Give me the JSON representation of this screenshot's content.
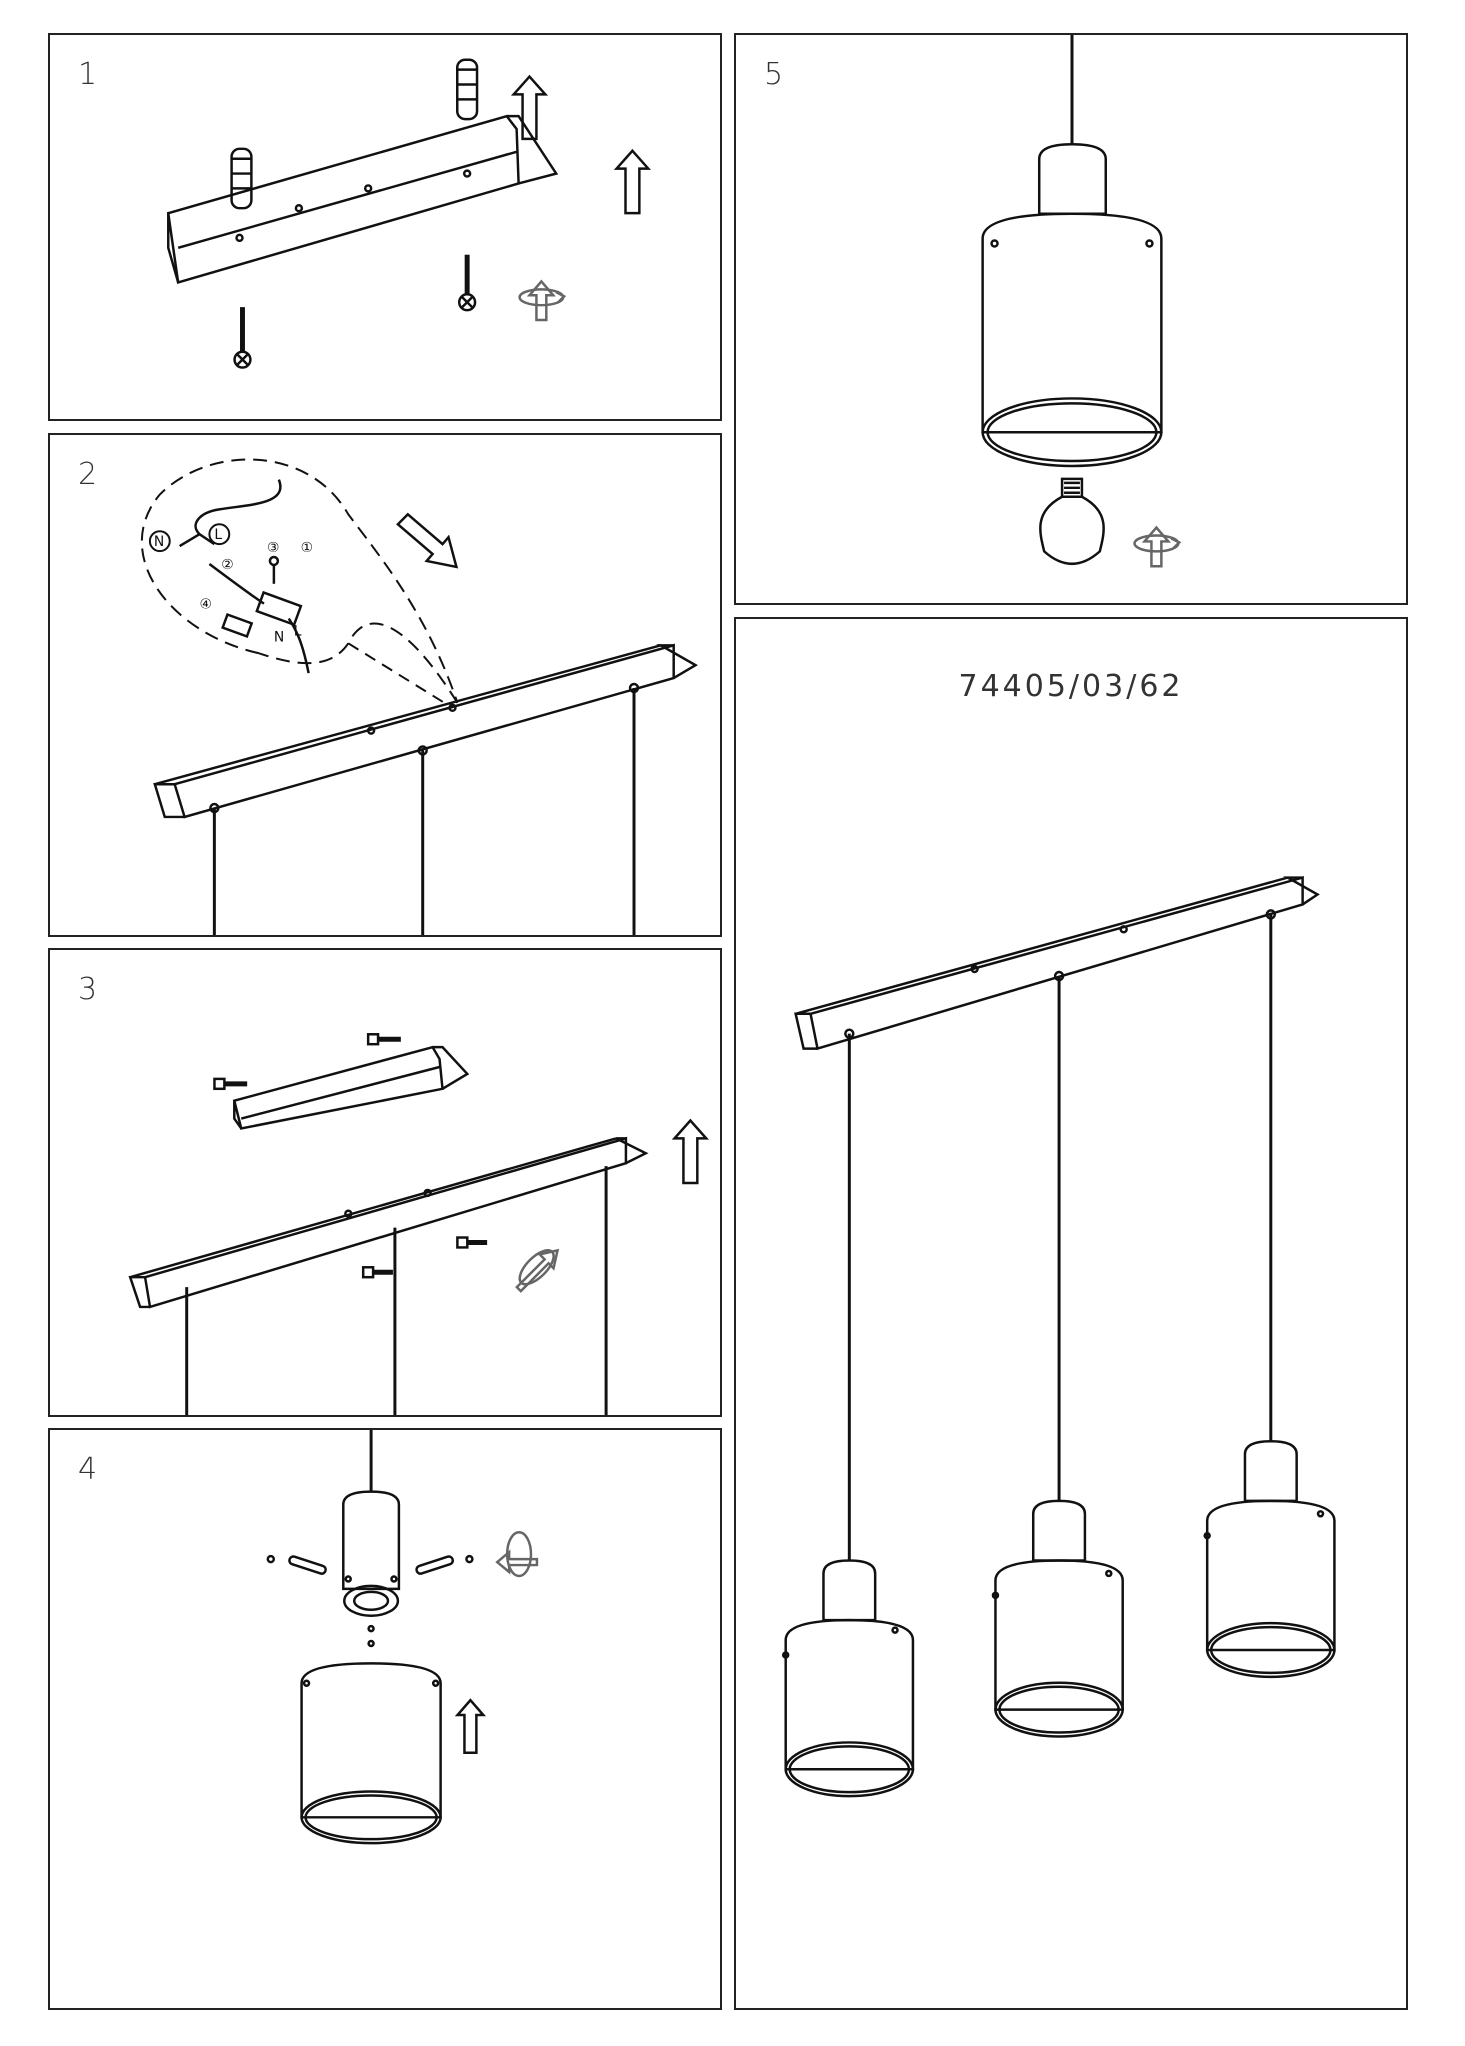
{
  "steps": [
    {
      "number": "1"
    },
    {
      "number": "2"
    },
    {
      "number": "3"
    },
    {
      "number": "4"
    },
    {
      "number": "5"
    }
  ],
  "model_number": "74405/03/62",
  "wiring_labels": {
    "neutral": "N",
    "live": "L",
    "step_1": "①",
    "step_2": "②",
    "step_3": "③",
    "step_4": "④",
    "n_terminal": "N",
    "l_terminal": "L"
  },
  "colors": {
    "line": "#111111",
    "panel_border": "#222222"
  }
}
